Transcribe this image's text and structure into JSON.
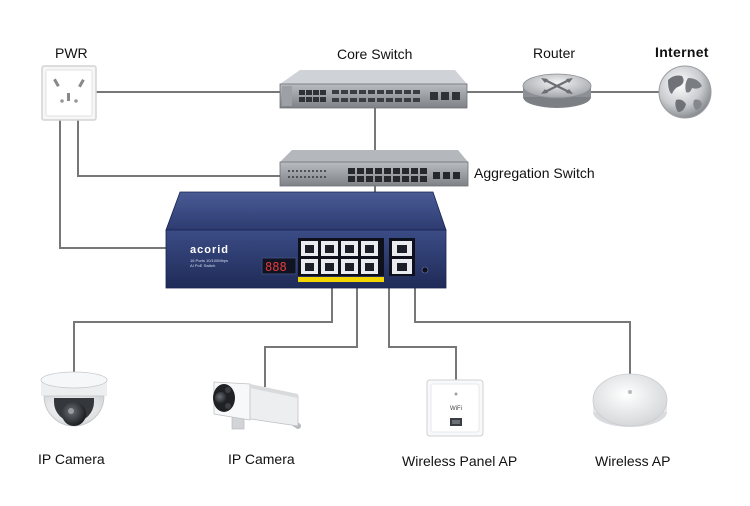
{
  "labels": {
    "pwr": "PWR",
    "core_switch": "Core Switch",
    "router": "Router",
    "internet": "Internet",
    "aggregation_switch": "Aggregation Switch",
    "ip_camera_1": "IP Camera",
    "ip_camera_2": "IP Camera",
    "wireless_panel_ap": "Wireless Panel AP",
    "wireless_ap": "Wireless AP"
  },
  "poe_switch": {
    "brand": "acorid",
    "model_text": "16 Ports 10/100Mbps",
    "model_subtext": "AI PoE Switch",
    "display": "888",
    "panel_ap_badge": "WiFi"
  },
  "colors": {
    "line": "#777777",
    "poe_switch_body": "#2b3a6e",
    "switch_gray": "#8a8d91",
    "port_yellow": "#f2d400"
  }
}
